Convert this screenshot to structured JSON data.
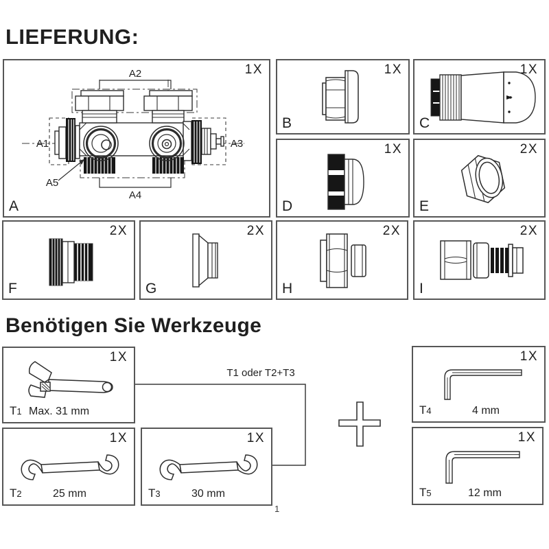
{
  "header": {
    "title": "LIEFERUNG:"
  },
  "tools_section": {
    "title": "Benötigen Sie Werkzeuge",
    "connector_label": "T1 oder T2+T3"
  },
  "footer": {
    "page_number": "1"
  },
  "delivery": {
    "parts": [
      {
        "letter": "A",
        "qty": "1X",
        "annotations": {
          "a1": "A1",
          "a2": "A2",
          "a3": "A3",
          "a4": "A4",
          "a5": "A5"
        }
      },
      {
        "letter": "B",
        "qty": "1X"
      },
      {
        "letter": "C",
        "qty": "1X"
      },
      {
        "letter": "D",
        "qty": "1X"
      },
      {
        "letter": "E",
        "qty": "2X"
      },
      {
        "letter": "F",
        "qty": "2X"
      },
      {
        "letter": "G",
        "qty": "2X"
      },
      {
        "letter": "H",
        "qty": "2X"
      },
      {
        "letter": "I",
        "qty": "2X"
      }
    ]
  },
  "tools": {
    "items": [
      {
        "id": "T",
        "sub": "1",
        "qty": "1X",
        "size": "Max. 31 mm"
      },
      {
        "id": "T",
        "sub": "2",
        "qty": "1X",
        "size": "25 mm"
      },
      {
        "id": "T",
        "sub": "3",
        "qty": "1X",
        "size": "30 mm"
      },
      {
        "id": "T",
        "sub": "4",
        "qty": "1X",
        "size": "4 mm"
      },
      {
        "id": "T",
        "sub": "5",
        "qty": "1X",
        "size": "12 mm"
      }
    ]
  },
  "colors": {
    "line": "#2d2d2d",
    "box_border": "#565656",
    "text": "#1f1f1f",
    "background": "#ffffff"
  }
}
